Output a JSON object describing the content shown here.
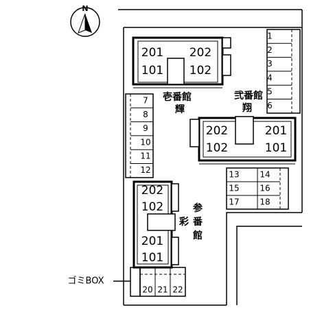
{
  "compass": {
    "north_letter": "N",
    "icon": "north-arrow-icon"
  },
  "buildings": {
    "ichiban": {
      "name": "壱番館",
      "subname": "輝",
      "rooms": {
        "upper_left": "201",
        "upper_right": "202",
        "lower_left": "101",
        "lower_right": "102"
      }
    },
    "niban": {
      "name": "弐番館",
      "subname": "翔",
      "rooms": {
        "upper_left": "202",
        "upper_right": "201",
        "lower_left": "102",
        "lower_right": "101"
      }
    },
    "sanban": {
      "name": "参番館",
      "subname": "彩",
      "rooms": {
        "upper": "202",
        "upper_lower": "102",
        "lower": "201",
        "lower_lower": "101"
      }
    }
  },
  "parking": {
    "right_column": [
      "1",
      "2",
      "3",
      "4",
      "5",
      "6"
    ],
    "left_column": [
      "7",
      "8",
      "9",
      "10",
      "11",
      "12"
    ],
    "center_block": [
      "13",
      "14",
      "15",
      "16",
      "17",
      "18"
    ],
    "bottom_row": [
      "20",
      "21",
      "22"
    ]
  },
  "garbage_box_label": "ゴミBOX"
}
